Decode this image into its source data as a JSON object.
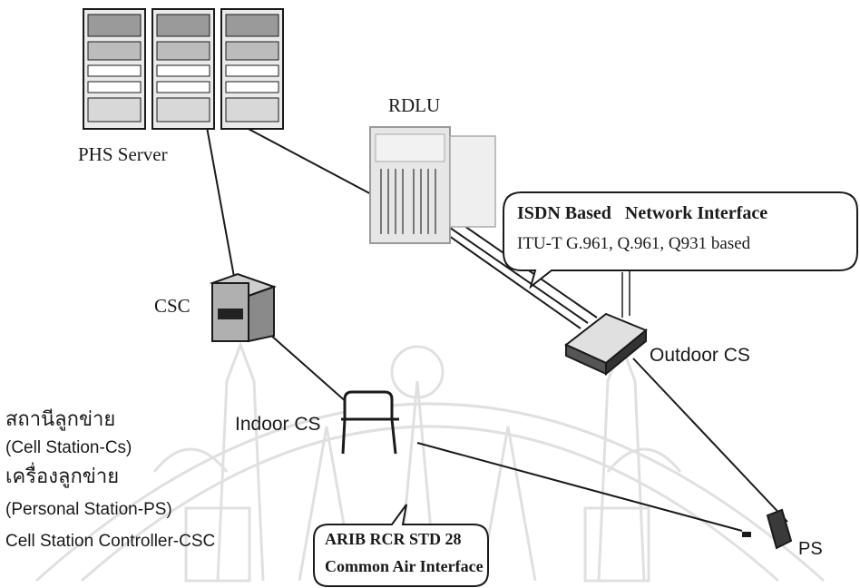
{
  "nodes": {
    "phs_server": "PHS Server",
    "rdlu": "RDLU",
    "csc": "CSC",
    "indoor_cs": "Indoor CS",
    "outdoor_cs": "Outdoor CS",
    "ps": "PS"
  },
  "callouts": {
    "isdn": {
      "title": "ISDN Based   Network Interface",
      "subtitle": "ITU-T G.961, Q.961, Q931 based"
    },
    "arib": {
      "line1": "ARIB RCR STD 28",
      "line2": "Common Air Interface"
    }
  },
  "legend": [
    "สถานีลูกข่าย",
    "(Cell Station-Cs)",
    "เครื่องลูกข่าย",
    "(Personal Station-PS)",
    "Cell Station Controller-CSC"
  ],
  "colors": {
    "ink": "#1a1a1a",
    "watermark": "#bdbdbd",
    "equipment_light": "#d8d8d8",
    "equipment_dark": "#555555"
  }
}
